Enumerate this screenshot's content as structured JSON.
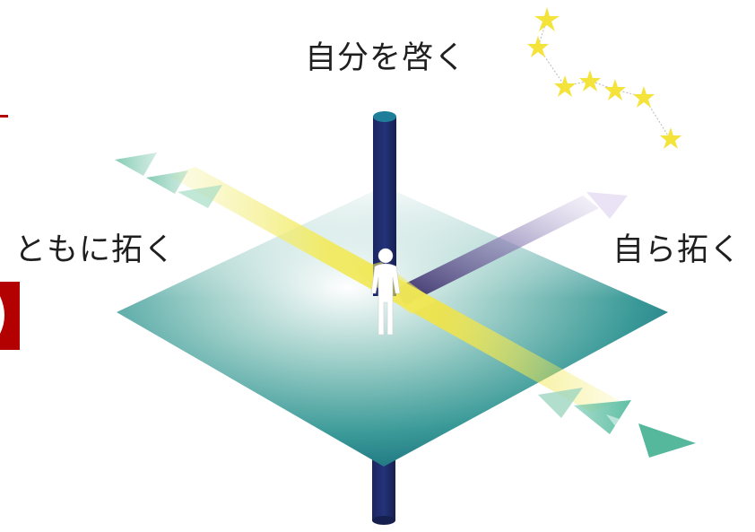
{
  "labels": {
    "top": "自分を啓く",
    "left": "ともに拓く",
    "right": "自ら拓く"
  },
  "colors": {
    "pillar": "#1d2a63",
    "pillar_cap": "#1f7f9a",
    "plane_light": "#e9f1f3",
    "plane_mid": "#5aa7a1",
    "plane_dark": "#0d5e72",
    "diagonal_beam": "#f2ea5a",
    "purple_beam": "#3a2c63",
    "arrow_teal": "#5fbfa4",
    "stars": "#f4e33a",
    "accent_red": "#b30000",
    "text": "#1f1f1f"
  },
  "icons": [
    "person-icon",
    "star-icon"
  ]
}
